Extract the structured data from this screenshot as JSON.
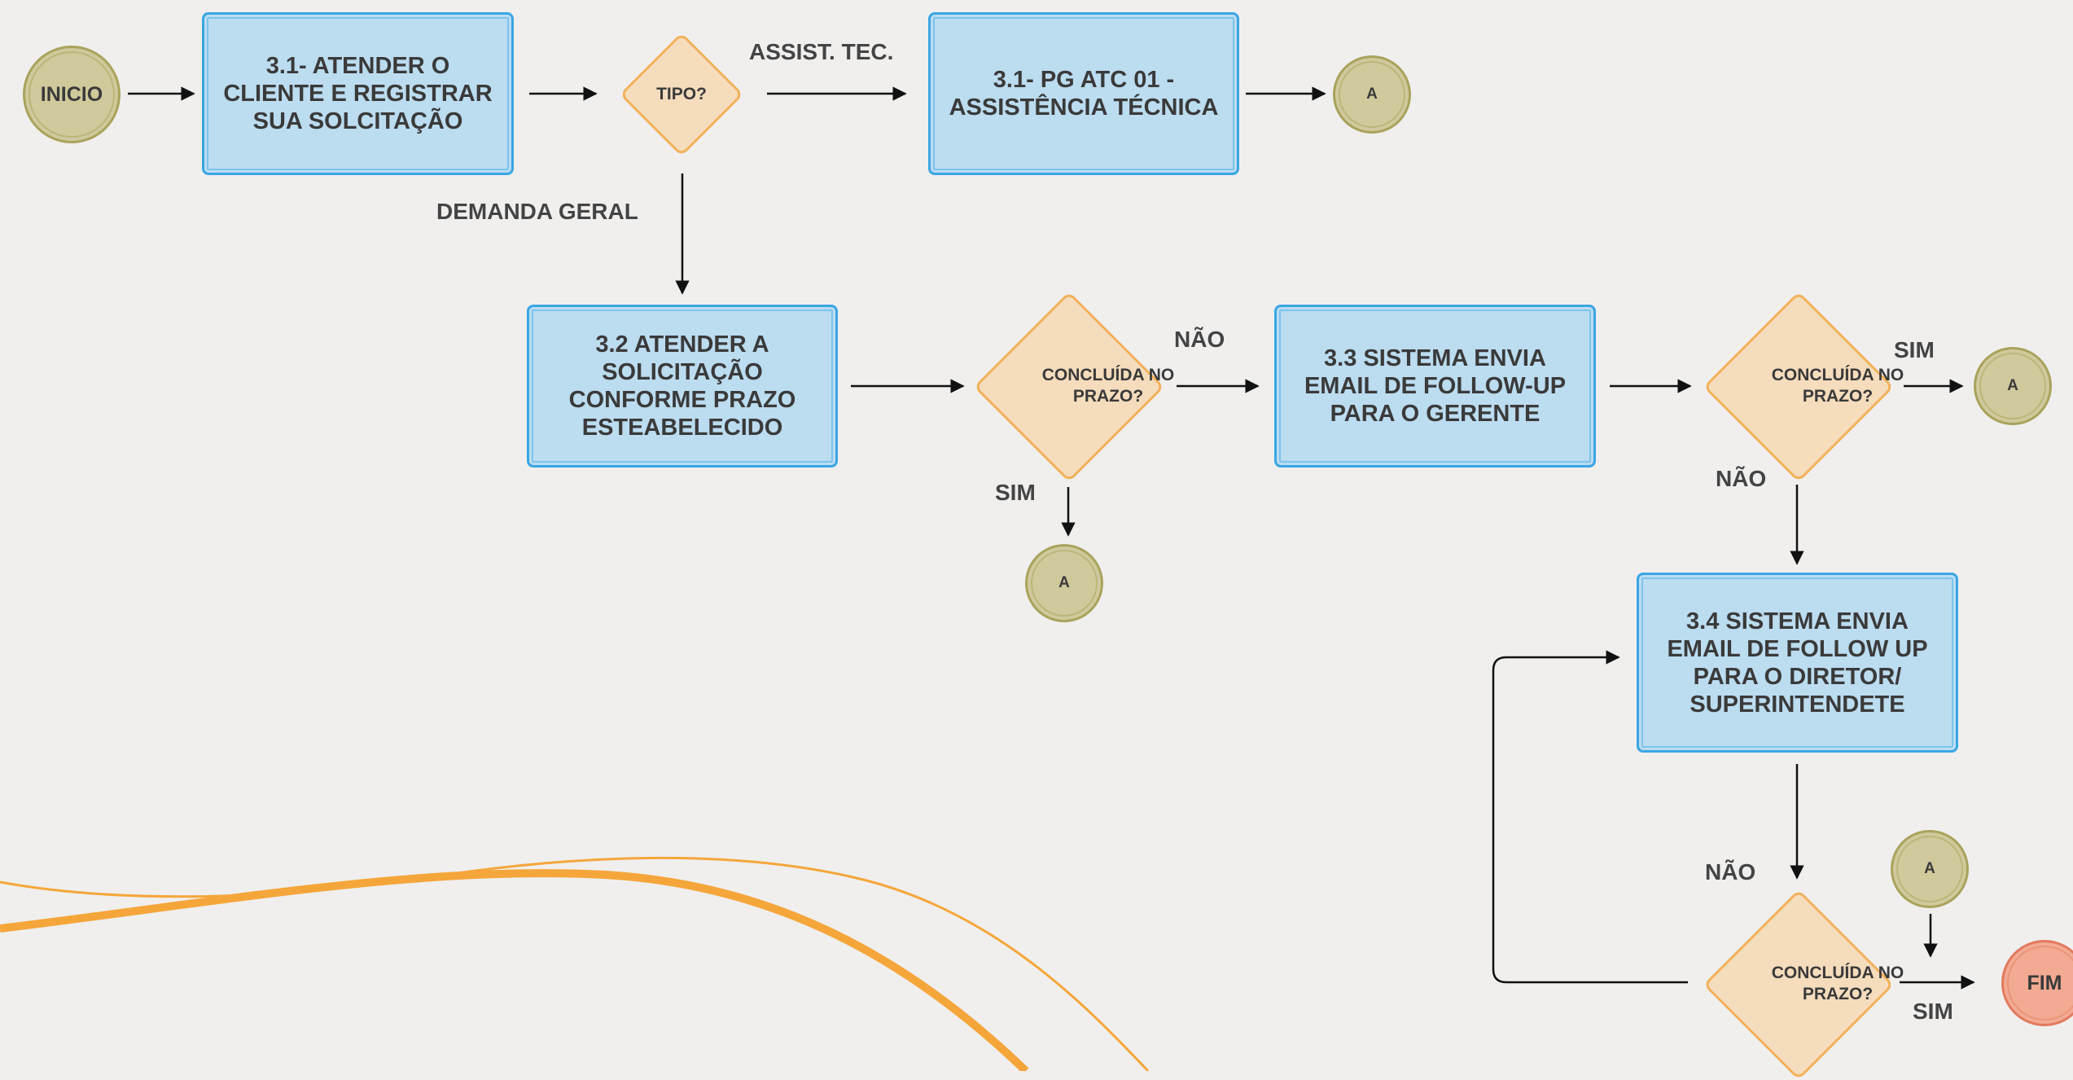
{
  "nodes": {
    "inicio": "INICIO",
    "atender_cliente": "3.1- ATENDER O CLIENTE E REGISTRAR SUA SOLCITAÇÃO",
    "tipo": "TIPO?",
    "pg_atc": "3.1- PG ATC 01 - ASSISTÊNCIA TÉCNICA",
    "a_top": "A",
    "atender_solicitacao": "3.2 ATENDER A SOLICITAÇÃO CONFORME PRAZO ESTEABELECIDO",
    "concluida_1": "CONCLUÍDA NO PRAZO?",
    "email_gerente": "3.3 SISTEMA ENVIA EMAIL DE FOLLOW-UP PARA O GERENTE",
    "concluida_2": "CONCLUÍDA NO PRAZO?",
    "a_right": "A",
    "a_mid": "A",
    "email_diretor": "3.4 SISTEMA ENVIA EMAIL DE FOLLOW UP PARA O DIRETOR/ SUPERINTENDETE",
    "a_bottom": "A",
    "concluida_3": "CONCLUÍDA NO PRAZO?",
    "fim": "FIM"
  },
  "labels": {
    "assist_tec": "ASSIST. TEC.",
    "demanda_geral": "DEMANDA GERAL",
    "nao_1": "NÃO",
    "sim_1": "SIM",
    "sim_2": "SIM",
    "nao_2": "NÃO",
    "nao_3": "NÃO",
    "sim_3": "SIM"
  },
  "colors": {
    "process_fill": "#bcdcf0",
    "process_border": "#3aa6e3",
    "decision_fill": "#f5dcbc",
    "decision_border": "#f2b15a",
    "connector_fill": "#cfc99c",
    "end_fill": "#f2aa93",
    "swoosh": "#f5a63a"
  }
}
